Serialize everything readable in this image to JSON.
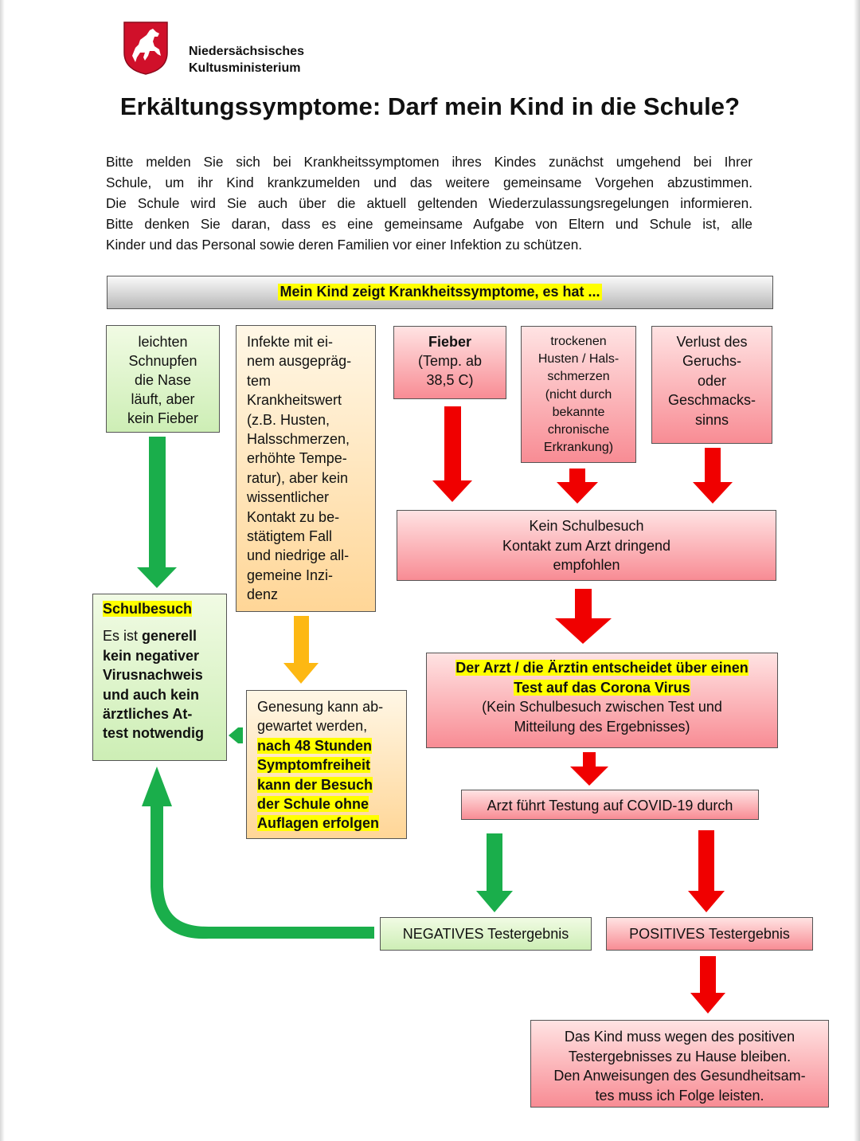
{
  "ministry": {
    "line1": "Niedersächsisches",
    "line2": "Kultusministerium"
  },
  "title": "Erkältungssymptome: Darf mein Kind in die Schule?",
  "intro_lines": [
    "Bitte melden Sie sich bei Krankheitssymptomen ihres Kindes zunächst umgehend bei Ihrer",
    "Schule, um ihr Kind krankzumelden und das weitere gemeinsame Vorgehen abzustimmen.",
    "Die Schule wird Sie auch über die aktuell geltenden Wiederzulassungsregelungen informieren.",
    "Bitte denken Sie daran, dass es eine gemeinsame Aufgabe von Eltern und Schule ist, alle",
    "Kinder und das Personal sowie deren Familien vor einer Infektion zu schützen."
  ],
  "header": "Mein Kind zeigt Krankheitssymptome, es hat ...",
  "symptoms": {
    "schnupfen": [
      "leichten",
      "Schnupfen",
      "die Nase",
      "läuft, aber",
      "kein Fieber"
    ],
    "infekte": [
      "Infekte mit ei-",
      "nem ausgepräg-",
      "tem",
      "Krankheitswert",
      "(z.B. Husten,",
      "Halsschmerzen,",
      "erhöhte Tempe-",
      "ratur), aber kein",
      "wissentlicher",
      "Kontakt zu be-",
      "stätigtem Fall",
      "und niedrige all-",
      "gemeine Inzi-",
      "denz"
    ],
    "fieber_title": "Fieber",
    "fieber": [
      "(Temp. ab",
      "38,5 C)"
    ],
    "husten": [
      "trockenen",
      "Husten / Hals-",
      "schmerzen",
      "(nicht durch",
      "bekannte",
      "chronische",
      "Erkrankung)"
    ],
    "verlust": [
      "Verlust des",
      "Geruchs-",
      "oder",
      "Geschmacks-",
      "sinns"
    ]
  },
  "kein_schulbesuch": [
    "Kein Schulbesuch",
    "Kontakt zum Arzt dringend",
    "empfohlen"
  ],
  "schulbesuch": {
    "title": "Schulbesuch",
    "l1_pre": "Es ist ",
    "l1_bold": "generell",
    "rest": [
      "kein negativer",
      "Virusnachweis",
      "und auch kein",
      "ärztliches At-",
      "test notwendig"
    ]
  },
  "arzt": {
    "hl1": "Der Arzt / die Ärztin entscheidet über einen",
    "hl2": "Test auf das Corona Virus",
    "n1": "(Kein Schulbesuch zwischen Test und",
    "n2": "Mitteilung des Ergebnisses)"
  },
  "genesung": {
    "normal": [
      "Genesung kann ab-",
      "gewartet werden,"
    ],
    "highlight": [
      "nach 48 Stunden",
      "Symptomfreiheit",
      "kann der Besuch",
      "der Schule ohne",
      "Auflagen erfolgen"
    ]
  },
  "testung": "Arzt führt Testung auf COVID-19 durch",
  "negativ": "NEGATIVES Testergebnis",
  "positiv": "POSITIVES Testergebnis",
  "final": [
    "Das Kind muss wegen des positiven",
    "Testergebnisses zu Hause bleiben.",
    "Den Anweisungen des Gesundheitsam-",
    "tes muss ich Folge leisten."
  ],
  "colors": {
    "green_arrow": "#1aae4b",
    "red_arrow": "#f00000",
    "orange_arrow": "#fdb813",
    "highlight": "#ffff00",
    "logo_red": "#d0102a"
  }
}
